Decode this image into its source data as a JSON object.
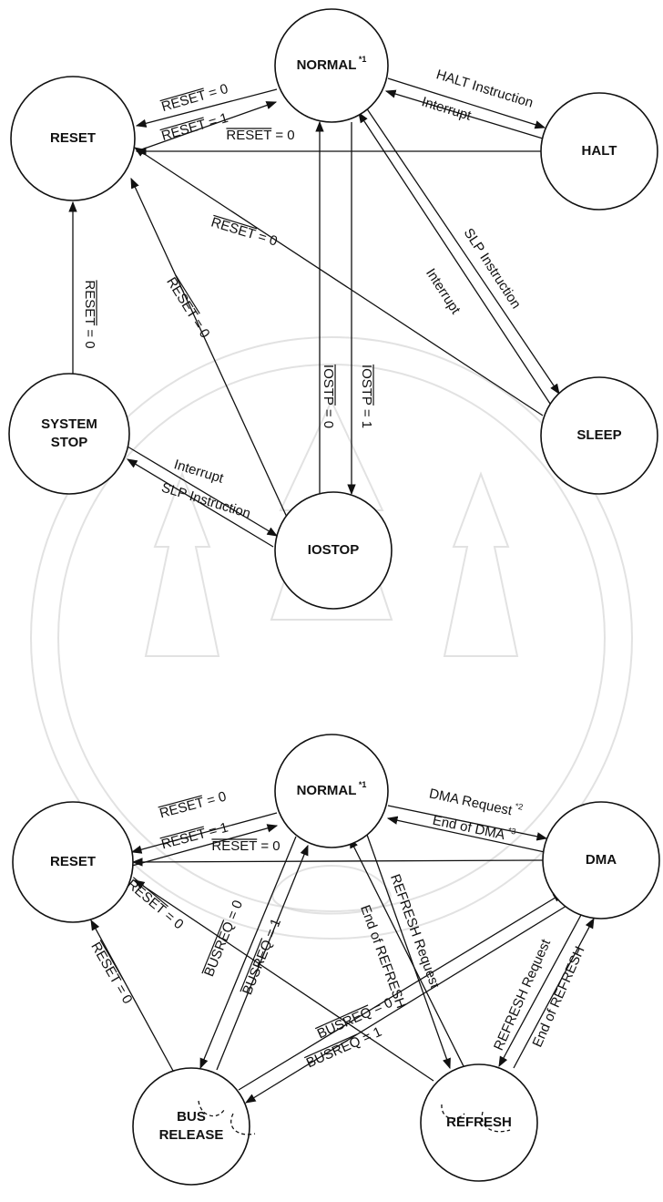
{
  "diagram_top": {
    "states": [
      {
        "id": "normal",
        "label": "NORMAL",
        "note": "*1"
      },
      {
        "id": "reset",
        "label": "RESET"
      },
      {
        "id": "halt",
        "label": "HALT"
      },
      {
        "id": "sleep",
        "label": "SLEEP"
      },
      {
        "id": "system_stop",
        "label": "SYSTEM STOP"
      },
      {
        "id": "iostop",
        "label": "IOSTOP"
      }
    ],
    "transitions": [
      {
        "from": "normal",
        "to": "reset",
        "signal": "RESET",
        "value": "0"
      },
      {
        "from": "reset",
        "to": "normal",
        "signal": "RESET",
        "value": "1"
      },
      {
        "from": "halt",
        "to": "reset",
        "signal": "RESET",
        "value": "0"
      },
      {
        "from": "normal",
        "to": "halt",
        "text": "HALT Instruction"
      },
      {
        "from": "halt",
        "to": "normal",
        "text": "Interrupt"
      },
      {
        "from": "normal",
        "to": "sleep",
        "text": "SLP Instruction"
      },
      {
        "from": "sleep",
        "to": "normal",
        "text": "Interrupt"
      },
      {
        "from": "sleep",
        "to": "reset",
        "signal": "RESET",
        "value": "0"
      },
      {
        "from": "system_stop",
        "to": "reset",
        "signal": "RESET",
        "value": "0"
      },
      {
        "from": "iostop",
        "to": "reset",
        "signal": "RESET",
        "value": "0"
      },
      {
        "from": "iostop",
        "to": "normal",
        "signal": "IOSTP",
        "value": "0"
      },
      {
        "from": "normal",
        "to": "iostop",
        "signal": "IOSTP",
        "value": "1"
      },
      {
        "from": "system_stop",
        "to": "iostop",
        "text": "Interrupt"
      },
      {
        "from": "iostop",
        "to": "system_stop",
        "text": "SLP Instruction"
      }
    ]
  },
  "diagram_bottom": {
    "states": [
      {
        "id": "normal",
        "label": "NORMAL",
        "note": "*1"
      },
      {
        "id": "reset",
        "label": "RESET"
      },
      {
        "id": "dma",
        "label": "DMA"
      },
      {
        "id": "bus_release",
        "label": "BUS RELEASE"
      },
      {
        "id": "refresh",
        "label": "REFRESH"
      }
    ],
    "transitions": [
      {
        "from": "normal",
        "to": "reset",
        "signal": "RESET",
        "value": "0"
      },
      {
        "from": "reset",
        "to": "normal",
        "signal": "RESET",
        "value": "1"
      },
      {
        "from": "dma",
        "to": "reset",
        "signal": "RESET",
        "value": "0"
      },
      {
        "from": "normal",
        "to": "dma",
        "text": "DMA Request",
        "note": "*2"
      },
      {
        "from": "dma",
        "to": "normal",
        "text": "End of DMA",
        "note": "*3"
      },
      {
        "from": "refresh",
        "to": "reset",
        "signal": "RESET",
        "value": "0"
      },
      {
        "from": "bus_release",
        "to": "reset",
        "signal": "RESET",
        "value": "0"
      },
      {
        "from": "normal",
        "to": "bus_release",
        "signal": "BUSREQ",
        "value": "0"
      },
      {
        "from": "bus_release",
        "to": "normal",
        "signal": "BUSREQ",
        "value": "1"
      },
      {
        "from": "normal",
        "to": "refresh",
        "text": "REFRESH Request"
      },
      {
        "from": "refresh",
        "to": "normal",
        "text": "End of REFRESH"
      },
      {
        "from": "dma",
        "to": "bus_release",
        "signal": "BUSREQ",
        "value": "0"
      },
      {
        "from": "bus_release",
        "to": "dma",
        "signal": "BUSREQ",
        "value": "1"
      },
      {
        "from": "dma",
        "to": "refresh",
        "text": "REFRESH Request"
      },
      {
        "from": "refresh",
        "to": "dma",
        "text": "End of REFRESH"
      }
    ]
  }
}
